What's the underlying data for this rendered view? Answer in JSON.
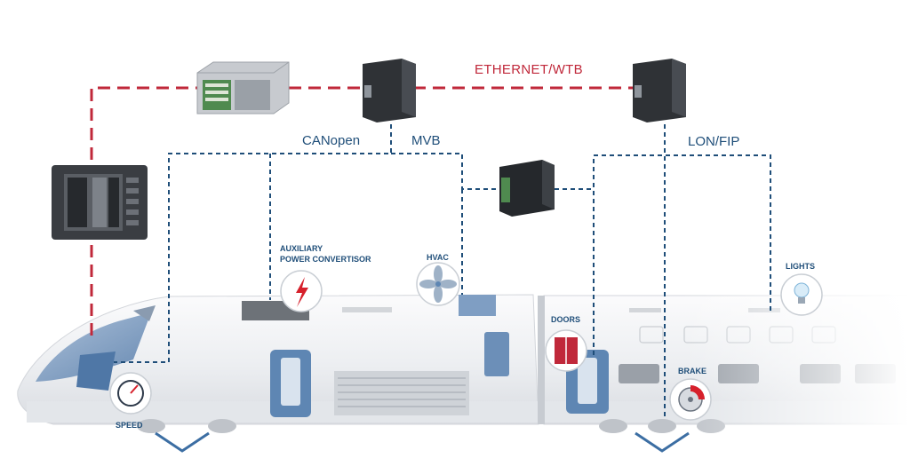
{
  "networks": {
    "ethernet": "ETHERNET/WTB",
    "canopen": "CANopen",
    "mvb": "MVB",
    "lon_fip": "LON/FIP"
  },
  "components": {
    "auxiliary_line1": "AUXILIARY",
    "auxiliary_line2": "POWER CONVERTISOR",
    "hvac": "HVAC",
    "doors": "DOORS",
    "lights": "LIGHTS",
    "brake": "BRAKE",
    "speed": "SPEED"
  },
  "colors": {
    "ethernet_line": "#c0283a",
    "bus_line": "#1f4e79",
    "accent_red": "#d6202b",
    "door_blue": "#5e86b3",
    "train_body": "#f1f2f4",
    "label_blue": "#1f4e79"
  },
  "icons": [
    "speedometer-icon",
    "lightning-icon",
    "fan-icon",
    "door-icon",
    "light-bulb-icon",
    "brake-disc-icon"
  ]
}
